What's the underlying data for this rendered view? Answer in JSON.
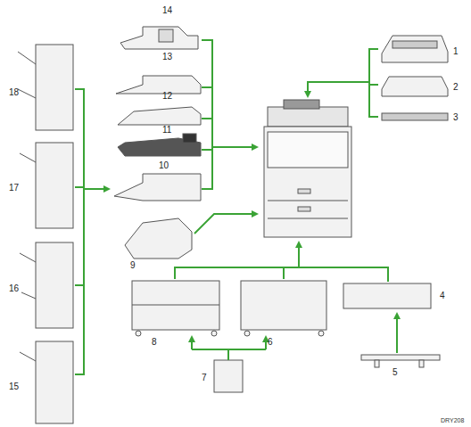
{
  "diagram": {
    "labels": [
      "14",
      "13",
      "12",
      "11",
      "10",
      "18",
      "17",
      "16",
      "15",
      "1",
      "2",
      "3",
      "9",
      "4",
      "8",
      "6",
      "7",
      "5",
      "DRY208"
    ]
  }
}
